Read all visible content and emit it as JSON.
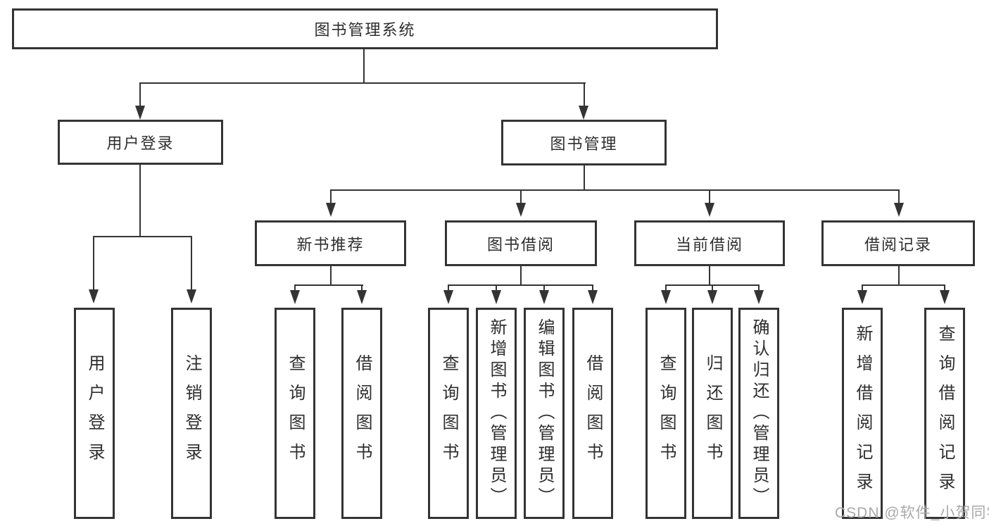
{
  "diagram": {
    "title_node": "图书管理系统",
    "root": {
      "label": "图书管理系统"
    },
    "branches": {
      "user_login": {
        "label": "用户登录",
        "children": [
          "用户登录",
          "注销登录"
        ]
      },
      "book_mgmt": {
        "label": "图书管理",
        "children": [
          {
            "label": "新书推荐",
            "children": [
              "查询图书",
              "借阅图书"
            ]
          },
          {
            "label": "图书借阅",
            "children": [
              "查询图书",
              "新增图书（管理员）",
              "编辑图书（管理员）",
              "借阅图书"
            ]
          },
          {
            "label": "当前借阅",
            "children": [
              "查询图书",
              "归还图书",
              "确认归还（管理员）"
            ]
          },
          {
            "label": "借阅记录",
            "children": [
              "新增借阅记录",
              "查询借阅记录"
            ]
          }
        ]
      }
    },
    "colors": {
      "line": "#343434",
      "box_border": "#343434",
      "text": "#2e2e2e",
      "watermark": "#a9a9a9",
      "background": "#ffffff"
    }
  },
  "watermark": {
    "text": "CSDN @软件_小贺同学"
  }
}
